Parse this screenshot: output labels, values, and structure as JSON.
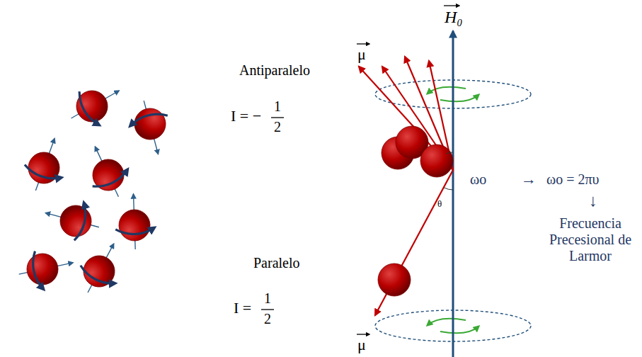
{
  "diagram": {
    "labels": [
      "H₀",
      "μ",
      "Antiparalelo",
      "I = −",
      "1",
      "2",
      "ωo",
      "→",
      "ωo = 2πυ",
      "↓",
      "θ",
      "Paralelo",
      "I =",
      "1",
      "2",
      "μ",
      "Frecuencia Precesional de Larmor"
    ]
  }
}
